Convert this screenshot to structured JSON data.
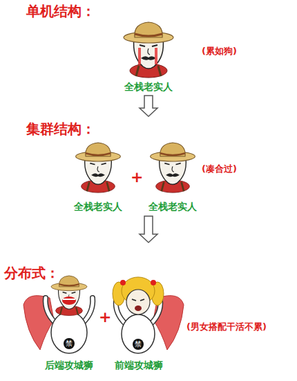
{
  "diagram": {
    "nodes": [
      {
        "text": [
          "单机结构：",
          "(累如狗)"
        ]
      },
      {
        "text": [
          "全栈老实人"
        ],
        "in": 0
      },
      {
        "text": [
          "集群结构：",
          "(凑合过)"
        ]
      },
      {
        "text": [
          "全栈老实人"
        ],
        "in": 2
      },
      {
        "text": [
          "全栈老实人"
        ],
        "in": 2
      },
      {
        "text": [
          "分布式：",
          "(男女搭配干活不累)"
        ]
      },
      {
        "text": [
          "后端攻城狮"
        ],
        "in": 5
      },
      {
        "text": [
          "前端攻城狮"
        ],
        "in": 5
      }
    ],
    "edges": [
      {
        "from": 0,
        "to": 2,
        "arrow": "to"
      },
      {
        "from": 2,
        "to": 5,
        "arrow": "to"
      }
    ],
    "labels": [
      "+",
      "+",
      "禁",
      "禁"
    ]
  }
}
